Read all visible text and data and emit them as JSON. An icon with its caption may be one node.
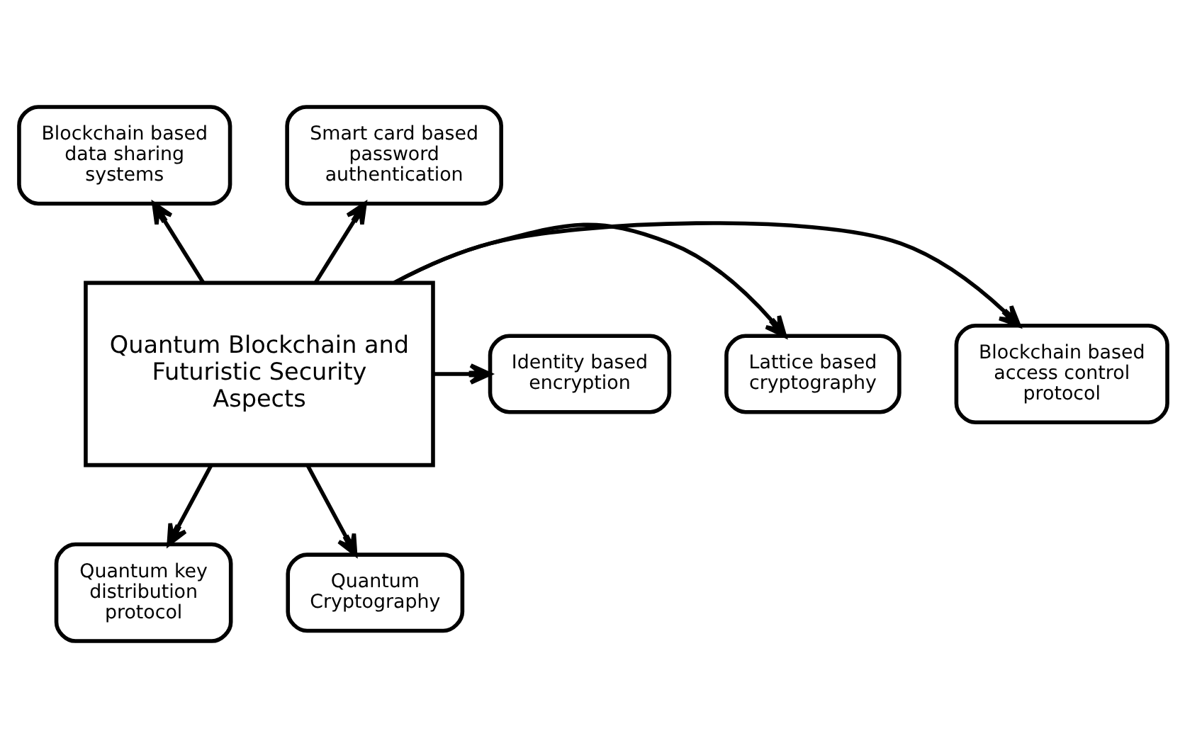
{
  "diagram": {
    "nodes": [
      {
        "text": [
          "Quantum Blockchain and Futuristic Security Aspects"
        ]
      },
      {
        "text": [
          "Blockchain based data sharing systems"
        ]
      },
      {
        "text": [
          "Smart card based password authentication"
        ]
      },
      {
        "text": [
          "Blockchain based access control protocol"
        ]
      },
      {
        "text": [
          "Lattice based cryptography"
        ]
      },
      {
        "text": [
          "Identity based encryption"
        ]
      },
      {
        "text": [
          "Quantum key distribution protocol"
        ]
      },
      {
        "text": [
          "Quantum Cryptography"
        ]
      }
    ],
    "edges": [
      {
        "from": 0,
        "to": 1,
        "arrow": "to"
      },
      {
        "from": 0,
        "to": 2,
        "arrow": "to"
      },
      {
        "from": 0,
        "to": 4,
        "arrow": "to"
      },
      {
        "from": 0,
        "to": 3,
        "arrow": "to"
      },
      {
        "from": 0,
        "to": 5,
        "arrow": "to"
      },
      {
        "from": 0,
        "to": 6,
        "arrow": "to"
      },
      {
        "from": 0,
        "to": 7,
        "arrow": "to"
      }
    ]
  }
}
